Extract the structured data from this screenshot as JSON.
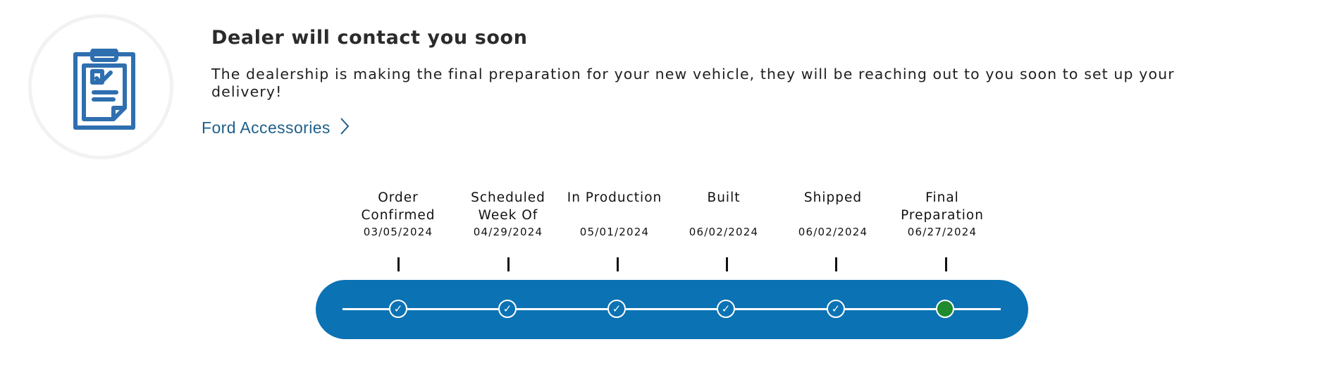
{
  "header": {
    "icon": "clipboard-check-icon",
    "title": "Dealer will contact you soon",
    "description": "The dealership is making the final preparation for your new vehicle, they will be reaching out to you soon to set up your delivery!",
    "link_label": "Ford Accessories"
  },
  "timeline": {
    "stages": [
      {
        "label": "Order Confirmed",
        "date": "03/05/2024",
        "status": "complete"
      },
      {
        "label": "Scheduled Week Of",
        "date": "04/29/2024",
        "status": "complete"
      },
      {
        "label": "In Production",
        "date": "05/01/2024",
        "status": "complete"
      },
      {
        "label": "Built",
        "date": "06/02/2024",
        "status": "complete"
      },
      {
        "label": "Shipped",
        "date": "06/02/2024",
        "status": "complete"
      },
      {
        "label": "Final Preparation",
        "date": "06/27/2024",
        "status": "current"
      }
    ],
    "check_glyph": "✓"
  },
  "colors": {
    "track": "#0b72b4",
    "current_node": "#1f8a2e",
    "icon_blue": "#2f6fb0",
    "link": "#1f5f8b"
  }
}
